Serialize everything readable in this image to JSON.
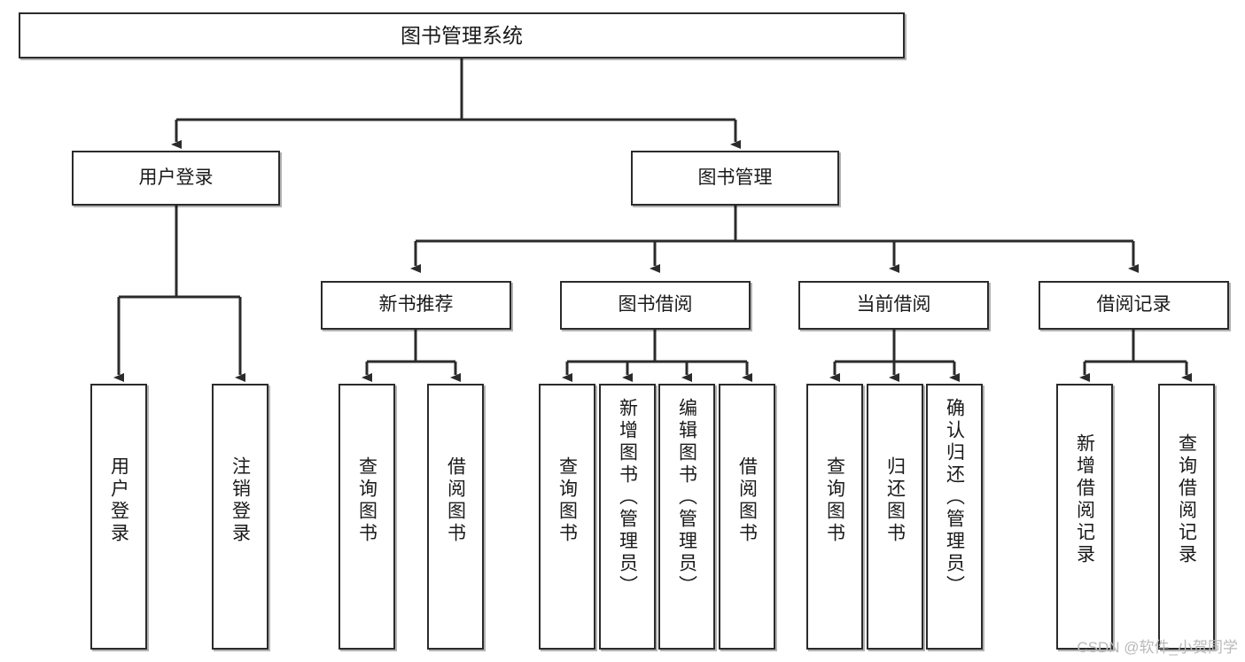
{
  "diagram": {
    "type": "tree-hierarchy",
    "title": "图书管理系统",
    "watermark": "CSDN @软件_小贺同学",
    "colors": {
      "box_border": "#2b2b2b",
      "box_fill": "#ffffff",
      "edge": "#2b2b2b",
      "text": "#1a1a1a",
      "watermark": "#b9b9b9",
      "background": "#ffffff"
    },
    "root": {
      "label": "图书管理系统"
    },
    "level2": [
      {
        "label": "用户登录"
      },
      {
        "label": "图书管理"
      }
    ],
    "level3": [
      {
        "label": "新书推荐"
      },
      {
        "label": "图书借阅"
      },
      {
        "label": "当前借阅"
      },
      {
        "label": "借阅记录"
      }
    ],
    "leaves": [
      {
        "label": "用户登录",
        "parent": "用户登录"
      },
      {
        "label": "注销登录",
        "parent": "用户登录"
      },
      {
        "label": "查询图书",
        "parent": "新书推荐"
      },
      {
        "label": "借阅图书",
        "parent": "新书推荐"
      },
      {
        "label": "查询图书",
        "parent": "图书借阅"
      },
      {
        "label": "新增图书（管理员）",
        "parent": "图书借阅"
      },
      {
        "label": "编辑图书（管理员）",
        "parent": "图书借阅"
      },
      {
        "label": "借阅图书",
        "parent": "图书借阅"
      },
      {
        "label": "查询图书",
        "parent": "当前借阅"
      },
      {
        "label": "归还图书",
        "parent": "当前借阅"
      },
      {
        "label": "确认归还（管理员）",
        "parent": "当前借阅"
      },
      {
        "label": "新增借阅记录",
        "parent": "借阅记录"
      },
      {
        "label": "查询借阅记录",
        "parent": "借阅记录"
      }
    ]
  }
}
